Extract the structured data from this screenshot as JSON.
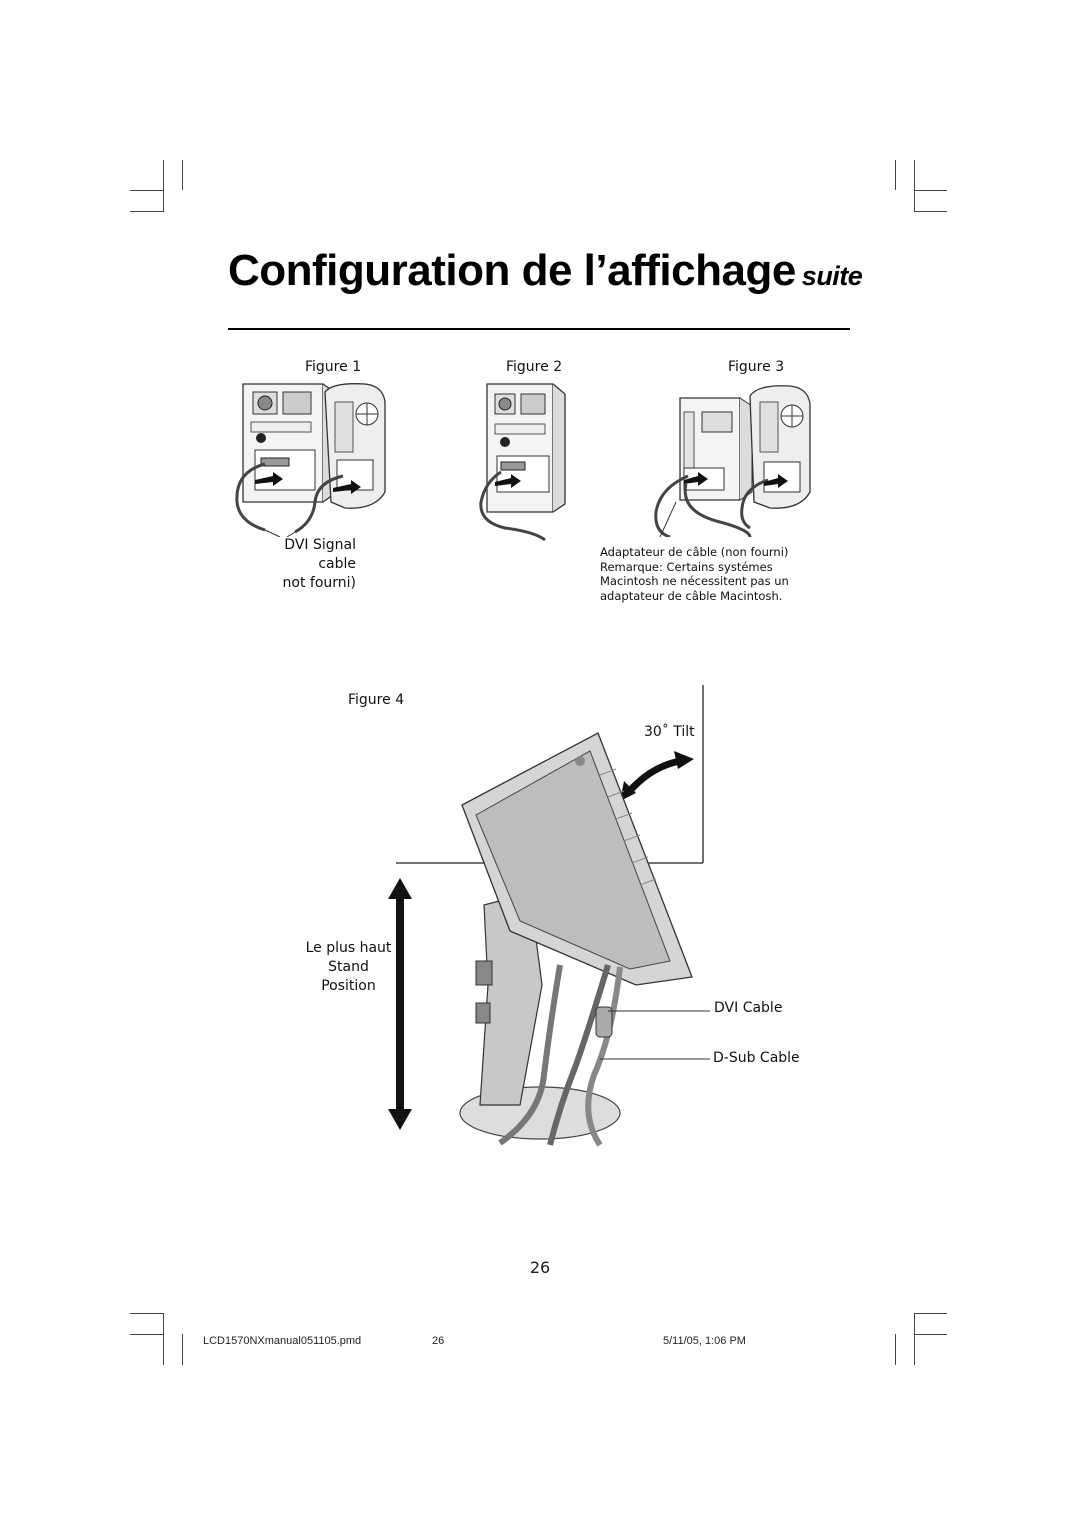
{
  "page": {
    "title": "Configuration de l’affichage",
    "title_suffix": "suite",
    "page_number": "26"
  },
  "figures": {
    "fig1": {
      "label": "Figure 1",
      "caption_line1": "DVI Signal cable",
      "caption_line2": "not fourni)"
    },
    "fig2": {
      "label": "Figure 2"
    },
    "fig3": {
      "label": "Figure 3",
      "note_line1": "Adaptateur de câble (non fourni)",
      "note_line2": "Remarque: Certains systémes",
      "note_line3": "Macintosh ne nécessitent pas un",
      "note_line4": "adaptateur de câble Macintosh."
    },
    "fig4": {
      "label": "Figure 4",
      "tilt_label": "30˚ Tilt",
      "stand_line1": "Le plus haut",
      "stand_line2": "Stand",
      "stand_line3": "Position",
      "dvi_cable": "DVI Cable",
      "dsub_cable": "D-Sub Cable"
    }
  },
  "footer": {
    "filename": "LCD1570NXmanual051105.pmd",
    "page": "26",
    "datetime": "5/11/05, 1:06 PM"
  }
}
